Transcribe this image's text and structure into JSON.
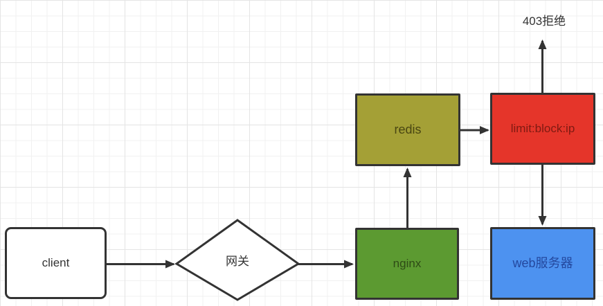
{
  "canvas": {
    "background": "#ffffff",
    "grid_minor_color": "#f1f1f1",
    "grid_major_color": "#e4e4e4"
  },
  "diagram": {
    "stroke_color": "#333333",
    "nodes": {
      "client": {
        "label": "client",
        "shape": "rounded-rectangle",
        "fill": "#ffffff",
        "text_color": "#333333"
      },
      "gateway": {
        "label": "网关",
        "shape": "diamond",
        "fill": "#ffffff",
        "text_color": "#333333"
      },
      "nginx": {
        "label": "nginx",
        "shape": "rectangle",
        "fill": "#5c9a31",
        "text_color": "#2e4b16"
      },
      "redis": {
        "label": "redis",
        "shape": "rectangle",
        "fill": "#a4a036",
        "text_color": "#494612"
      },
      "limit_block_ip": {
        "label": "limit:block:ip",
        "shape": "rectangle",
        "fill": "#e5352a",
        "text_color": "#7f1a12"
      },
      "web_server": {
        "label": "web服务器",
        "shape": "rectangle",
        "fill": "#4d92f0",
        "text_color": "#24489e"
      }
    },
    "annotations": {
      "reject_403": {
        "text": "403拒绝",
        "color": "#333333"
      }
    },
    "edges": [
      {
        "from": "client",
        "to": "gateway",
        "direction": "right"
      },
      {
        "from": "gateway",
        "to": "nginx",
        "direction": "right"
      },
      {
        "from": "nginx",
        "to": "redis",
        "direction": "up"
      },
      {
        "from": "redis",
        "to": "limit_block_ip",
        "direction": "right"
      },
      {
        "from": "limit_block_ip",
        "to": "reject_403",
        "direction": "up"
      },
      {
        "from": "limit_block_ip",
        "to": "web_server",
        "direction": "down"
      }
    ]
  }
}
